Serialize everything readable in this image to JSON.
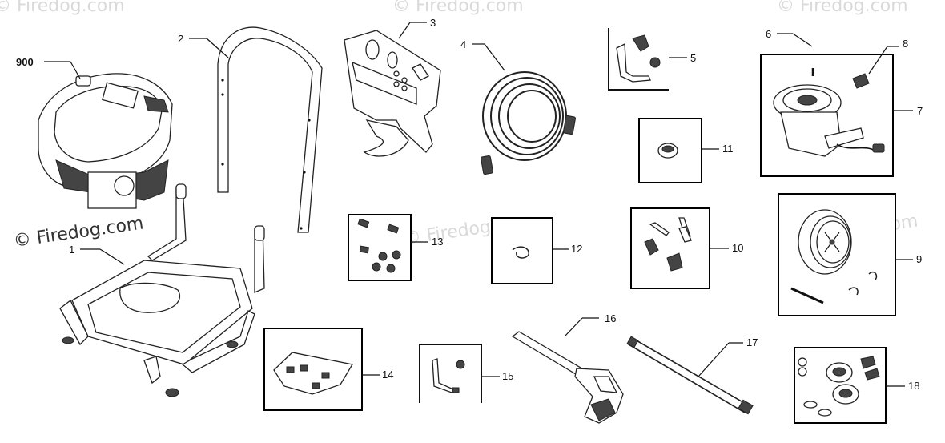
{
  "watermark": "© Firedog.com",
  "callouts": {
    "p900": "900",
    "p1": "1",
    "p2": "2",
    "p3": "3",
    "p4": "4",
    "p5": "5",
    "p6": "6",
    "p7": "7",
    "p8": "8",
    "p9": "9",
    "p10": "10",
    "p11": "11",
    "p12": "12",
    "p13": "13",
    "p14": "14",
    "p15": "15",
    "p16": "16",
    "p17": "17",
    "p18": "18"
  },
  "colors": {
    "line": "#111111",
    "watermark": "#d9d9d9"
  }
}
